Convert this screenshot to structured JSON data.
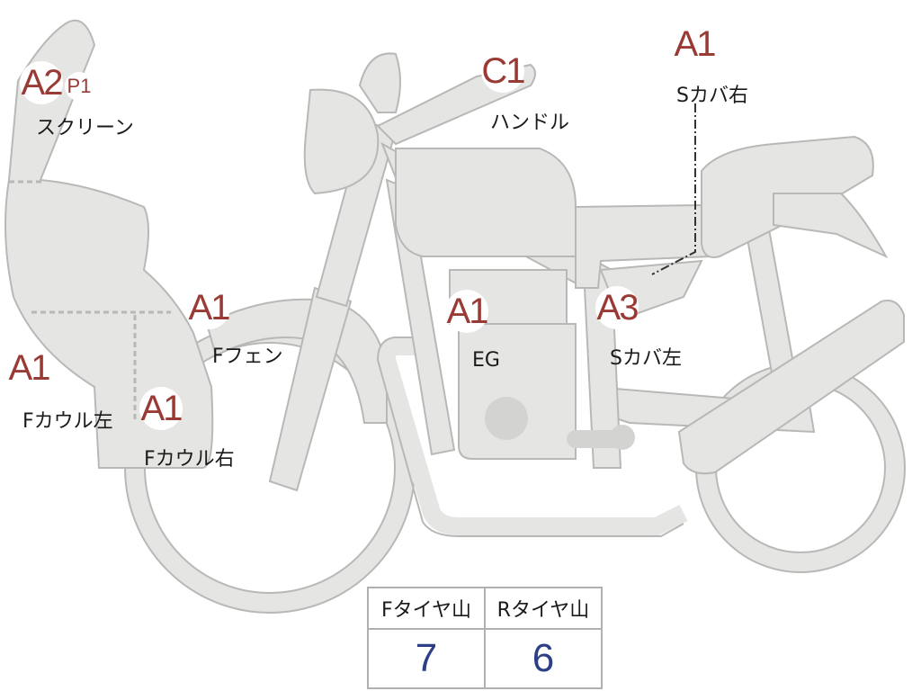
{
  "parts": [
    {
      "id": "screen",
      "grade": "A2",
      "extra_grade": "P1",
      "label": "スクリーン"
    },
    {
      "id": "handle",
      "grade": "C1",
      "label": "ハンドル"
    },
    {
      "id": "s-cover-r",
      "grade": "A1",
      "label": "Sカバ右"
    },
    {
      "id": "f-fender",
      "grade": "A1",
      "label": "Fフェン"
    },
    {
      "id": "engine",
      "grade": "A1",
      "label": "EG"
    },
    {
      "id": "s-cover-l",
      "grade": "A3",
      "label": "Sカバ左"
    },
    {
      "id": "f-cowl-l",
      "grade": "A1",
      "label": "Fカウル左"
    },
    {
      "id": "f-cowl-r",
      "grade": "A1",
      "label": "Fカウル右"
    }
  ],
  "tread": {
    "headers": [
      "Fタイヤ山",
      "Rタイヤ山"
    ],
    "values": [
      "7",
      "6"
    ]
  },
  "colors": {
    "grade_text": "#9a3a35",
    "tread_value": "#2d3f86",
    "part_fill": "#e5e5e3",
    "part_stroke": "#b8b8b6"
  }
}
